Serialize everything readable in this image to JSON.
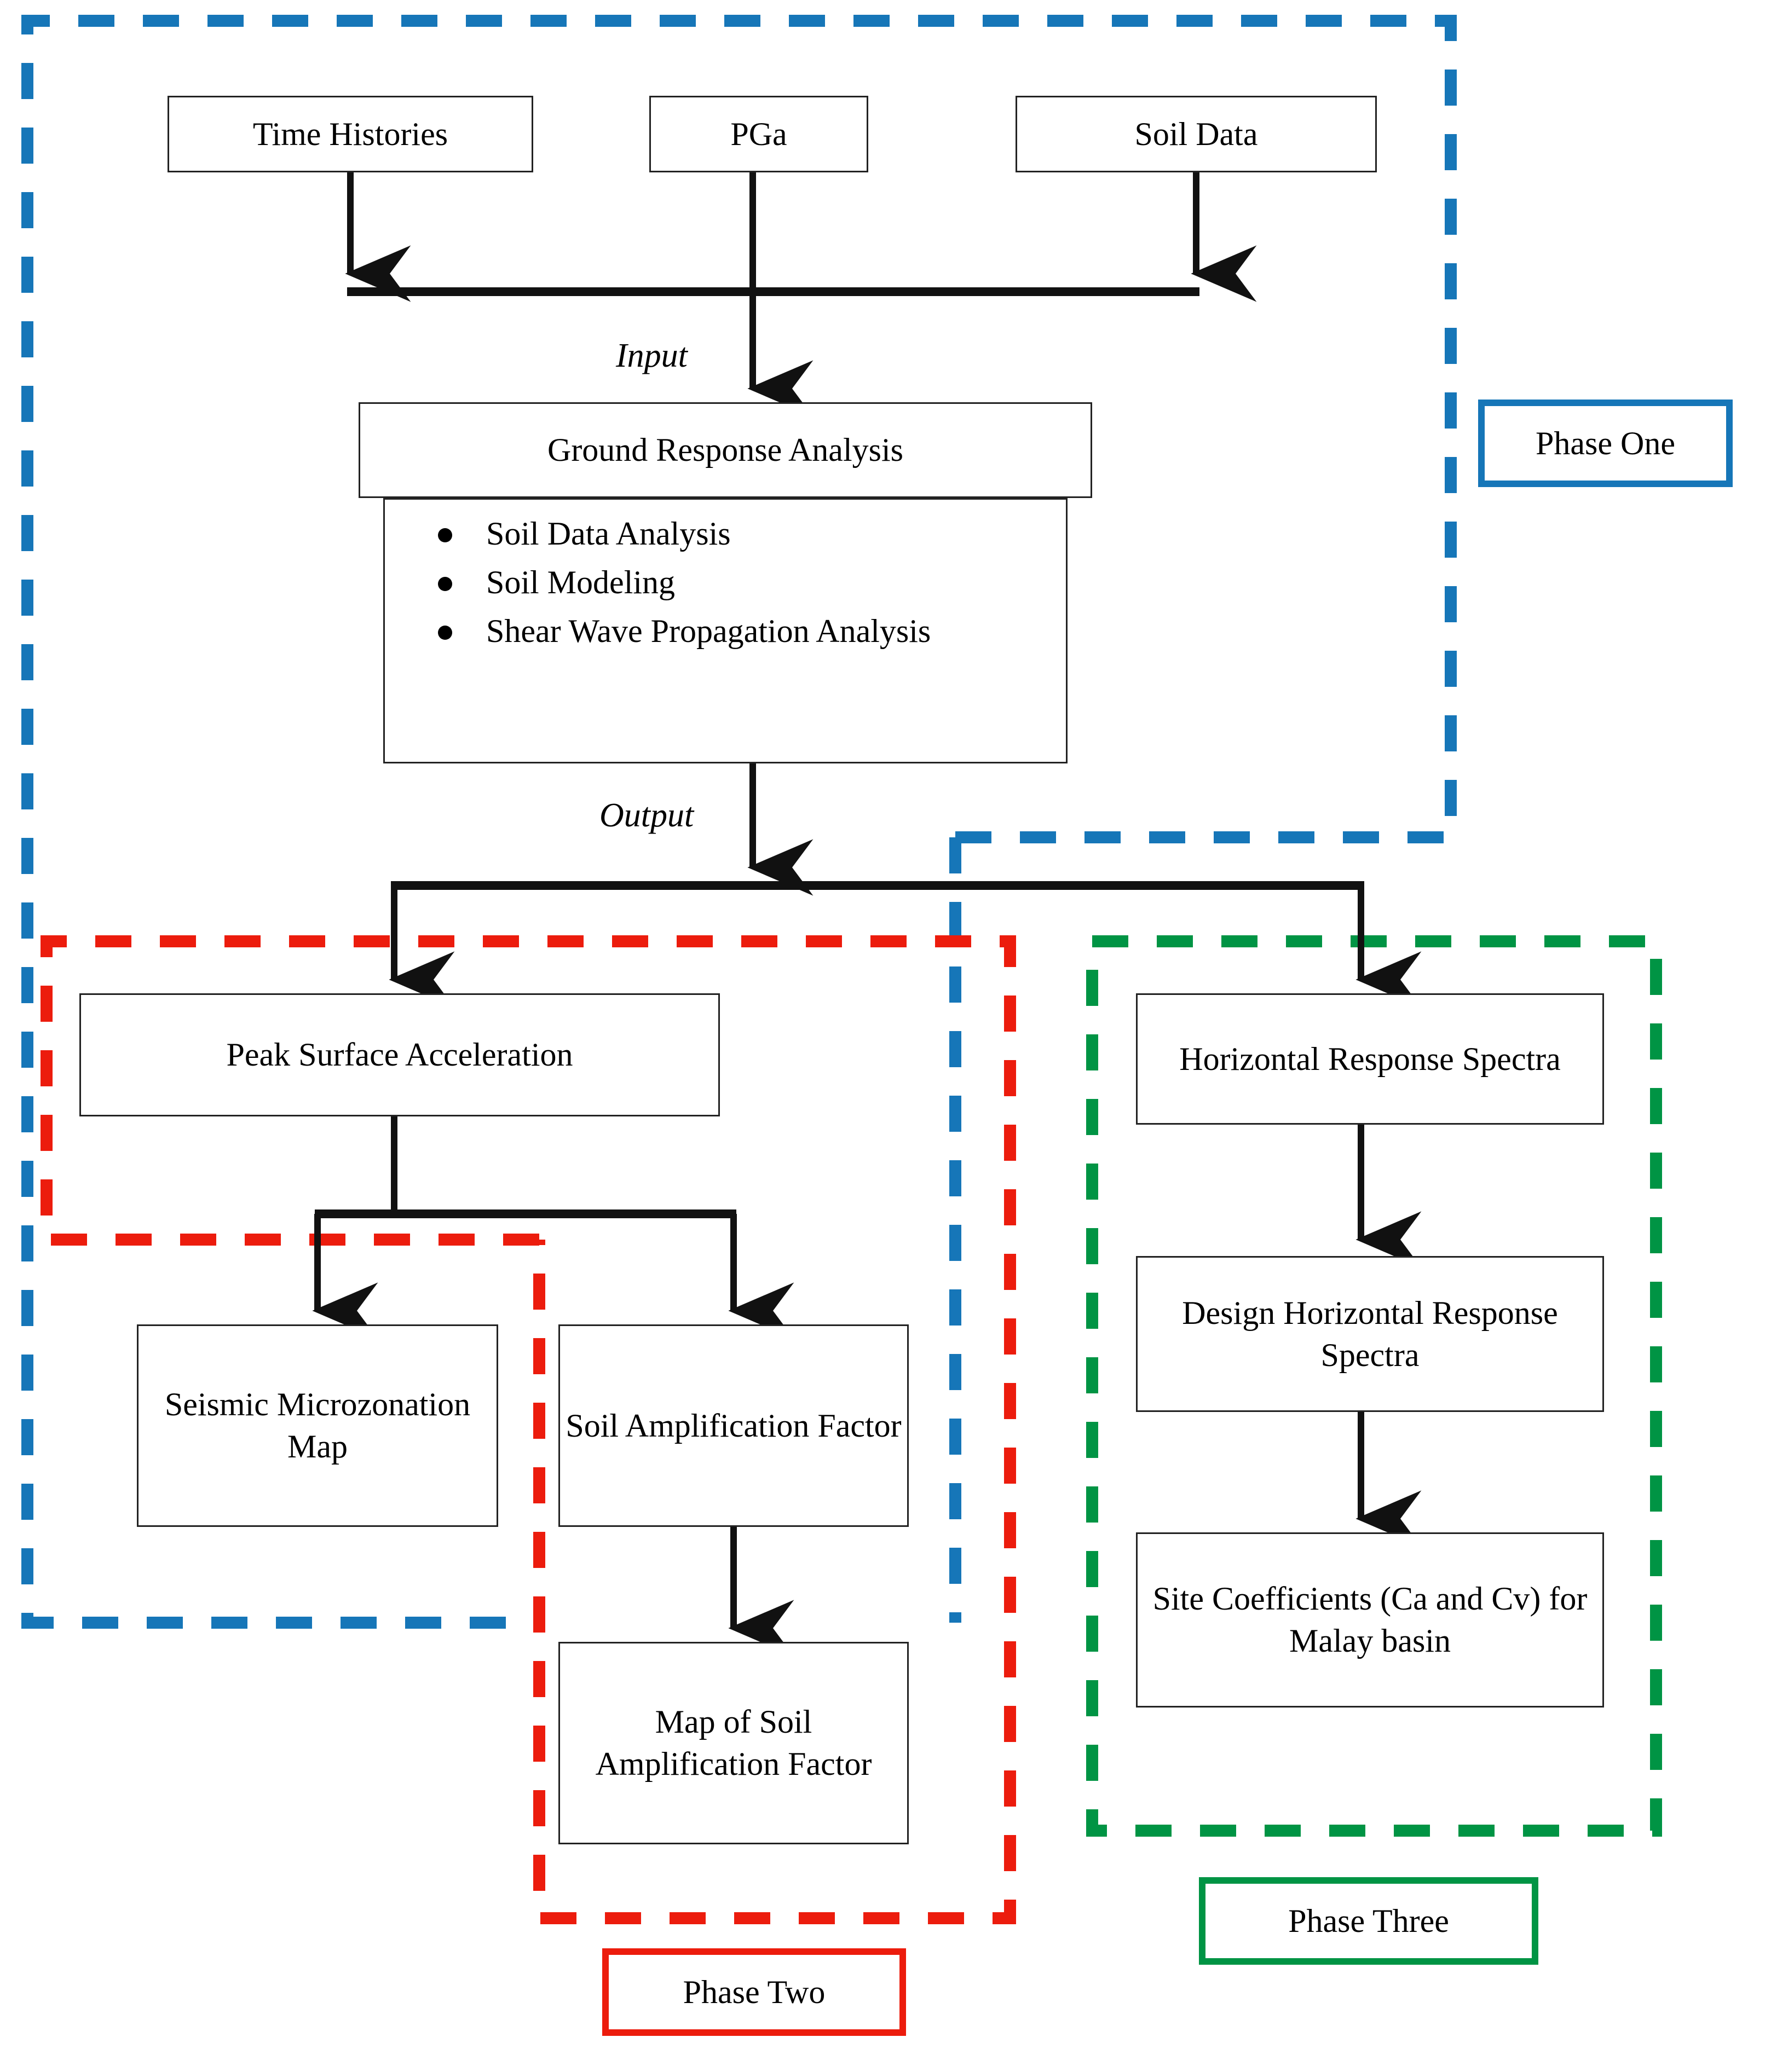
{
  "colors": {
    "phase_one": "#1676B8",
    "phase_two": "#EC1C0D",
    "phase_three": "#009444",
    "line": "#111111",
    "box_border": "#222222",
    "background": "#FFFFFF"
  },
  "nodes": {
    "time_histories": "Time Histories",
    "pga": "PGa",
    "soil_data": "Soil Data",
    "ground_response_analysis": "Ground Response Analysis",
    "gra_bullets": [
      "Soil Data Analysis",
      "Soil Modeling",
      "Shear Wave Propagation Analysis"
    ],
    "peak_surface_acceleration": "Peak Surface Acceleration",
    "seismic_microzonation_map": "Seismic Microzonation Map",
    "soil_amplification_factor": "Soil Amplification Factor",
    "map_of_soil_amplification_factor": "Map of Soil Amplification Factor",
    "horizontal_response_spectra": "Horizontal Response Spectra",
    "design_horizontal_response_spectra": "Design Horizontal Response Spectra",
    "site_coefficients": "Site Coefficients (Ca and Cv) for Malay basin"
  },
  "edge_labels": {
    "input": "Input",
    "output": "Output"
  },
  "legends": {
    "phase_one": "Phase One",
    "phase_two": "Phase Two",
    "phase_three": "Phase Three"
  }
}
